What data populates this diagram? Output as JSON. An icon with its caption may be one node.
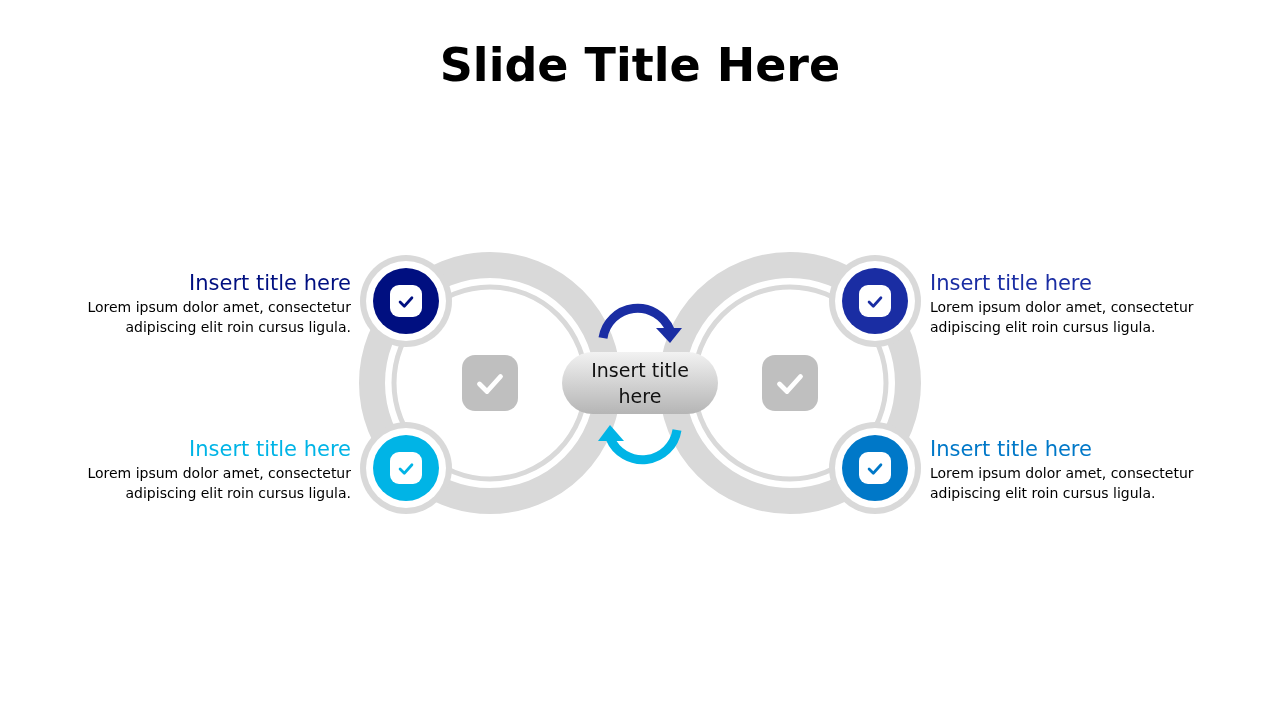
{
  "diagram": {
    "title": "Slide Title Here",
    "nodes": [
      {
        "text": [
          "Insert title here"
        ]
      }
    ],
    "labels": [
      "Insert title here",
      "Lorem ipsum dolor amet, consectetur adipiscing elit roin cursus ligula.",
      "Insert title here",
      "Lorem ipsum dolor amet, consectetur adipiscing elit roin cursus ligula.",
      "Insert title here",
      "Lorem ipsum dolor amet, consectetur adipiscing elit roin cursus ligula.",
      "Insert title here",
      "Lorem ipsum dolor amet, consectetur adipiscing elit roin cursus ligula."
    ]
  }
}
